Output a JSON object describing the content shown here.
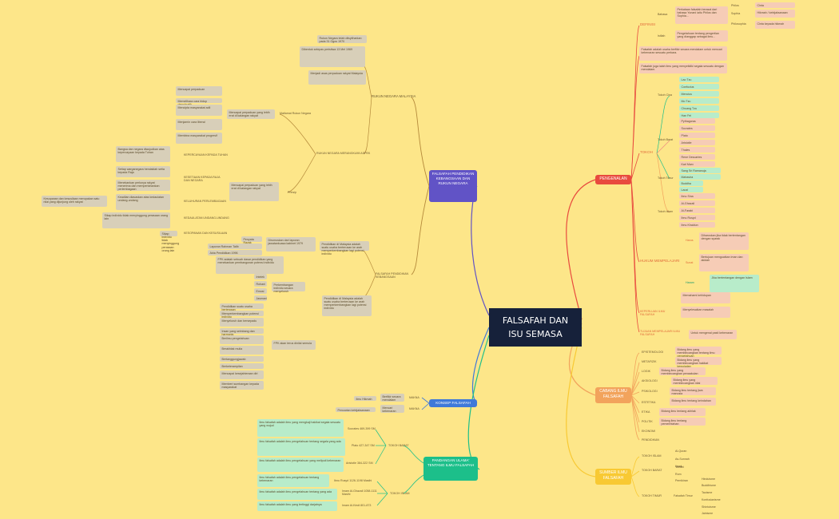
{
  "central": {
    "line1": "FALSAFAH DAN",
    "line2": "ISU SEMASA"
  },
  "colors": {
    "background": "#fde689",
    "central": "#16213a",
    "pengenalan": "#e84a3e",
    "cabang": "#f2a35c",
    "sumber": "#f8c933",
    "falsafah_pendidikan": "#6153c6",
    "konsep": "#3f79d9",
    "pandangan": "#1cbf8a",
    "rukun": "#b58a3b"
  },
  "right": {
    "pengenalan": {
      "title": "PENGENALAN",
      "definisi": {
        "label": "DEFINISI",
        "bahasa": "Bahasa",
        "bahasa_text": "Perkataan falsafah berasal dari bahasa Yunani iaitu Philos dan Sophia...",
        "bahasa_items": [
          "Philos",
          "Sophia",
          "Philosophia"
        ],
        "bahasa_defs": [
          "Cinta",
          "Hikmah / kebijaksanaan",
          "Cinta kepada hikmah"
        ],
        "istilah": "Istilah",
        "istilah_text": "Pengetahuan tentang pengertian yang dianggap sebagai ilmu..."
      },
      "para1": "Falsafah adalah usaha berfikir secara mendalam untuk mencari kebenaran sesuatu perkara.",
      "para2": "Falsafah juga ialah ilmu yang menyelidiki segala sesuatu dengan mendalam.",
      "tokoh": {
        "label": "TOKOH",
        "cina_label": "Tokoh Cina",
        "cina": [
          "Lao Tzu",
          "Confucius",
          "Mencius",
          "Mo Tzu",
          "Chuang Tzu",
          "Han Fei"
        ],
        "barat_label": "Tokoh Barat",
        "barat": [
          "Pythagoras",
          "Socrates",
          "Plato",
          "Aristotle",
          "Thales",
          "Rene Descartes",
          "Karl Marx"
        ],
        "timur_label": "Tokoh Timur",
        "timur": [
          "Sang Sri Ramanuja",
          "Mahavira",
          "Buddha",
          "Laozi"
        ],
        "islam_label": "Tokoh Islam",
        "islam": [
          "Ibnu Sina",
          "Al-Ghazali",
          "Al-Farabi",
          "Ibnu Rusyd",
          "Ibnu Khaldun"
        ]
      },
      "hukum": {
        "label": "HUKUM MEMPELAJARI",
        "harus": "Harus",
        "harus_text": "Diharuskan jika tidak bertentangan dengan syarak",
        "sunat": "Sunat",
        "sunat_text": "Bertujuan menguatkan iman dan akidah",
        "haram": "Haram",
        "haram_text": "Jika bertentangan dengan Islam"
      },
      "keperluan": {
        "label": "KEPERLUAN ILMU FALSAFAH",
        "items": [
          "Memahami kehidupan",
          "Menyelesaikan masalah"
        ]
      },
      "tujuan": {
        "label": "TUJUAN MEMPELAJARI ILMU FALSAFAH",
        "text": "Untuk mengenal pasti kebenaran"
      }
    },
    "cabang": {
      "title": "CABANG ILMU FALSAFAH",
      "items": [
        "EPISTEMOLOGI",
        "METAFIZIK",
        "LOGIK",
        "AKSIOLOGI",
        "PSIKOLOGI",
        "ESTETIKA",
        "ETIKA",
        "POLITIK",
        "EKONOMI",
        "PENDIDIKAN"
      ],
      "desc": [
        "Bidang ilmu yang membincangkan tentang ilmu pengetahuan",
        "Bidang ilmu yang membincangkan hakikat kewujudan",
        "Bidang ilmu yang membincangkan penaakulan",
        "Bidang ilmu yang membincangkan nilai",
        "Bidang ilmu tentang jiwa manusia",
        "Bidang ilmu tentang keindahan",
        "Bidang ilmu tentang akhlak",
        "Bidang ilmu tentang pemerintahan"
      ]
    },
    "sumber": {
      "title": "SUMBER ILMU FALSAFAH",
      "islam": "TOKOH ISLAM",
      "islam_items": [
        "Al-Quran",
        "As-Sunnah",
        "Ijmak"
      ],
      "barat": "TOKOH BARAT",
      "barat_items": [
        "Yunani",
        "Rom",
        "Pemikiran"
      ],
      "timur": "TOKOH TIMUR",
      "timur_label": "Falsafah Timur",
      "timur_items": [
        "Hinduisme",
        "Buddhisme",
        "Taoisme",
        "Konfusianisme",
        "Shintoisme",
        "Jainisme"
      ]
    }
  },
  "left": {
    "falsafah_pendidikan": {
      "title": "FALSAFAH PENDIDIKAN KEBANGSAAN DAN RUKUN NEGARA"
    },
    "rukun": {
      "title": "RUKUN NEGARA MALAYSIA",
      "notes": [
        "Rukun Negara telah diisytiharkan pada 31 Ogos 1970",
        "Dibentuk selepas peristiwa 13 Mei 1969",
        "Menjadi asas perpaduan rakyat Malaysia"
      ],
      "prinsip_title": "RUKUN NEGARA MERANGKUMI ASPEK",
      "matlamat_label": "Matlamat Rukun Negara",
      "matlamat_desc": "Mencapai perpaduan yang lebih erat di kalangan rakyat",
      "matlamat": [
        "Mencapai perpaduan",
        "Memelihara cara hidup demokratik",
        "Mencipta masyarakat adil",
        "Menjamin cara liberal",
        "Membina masyarakat progresif"
      ],
      "prinsip_label": "Prinsip",
      "prinsip": [
        "KEPERCAYAAN KEPADA TUHAN",
        "KESETIAAN KEPADA RAJA DAN NEGARA",
        "KELUHURAN PERLEMBAGAAN",
        "KEDAULATAN UNDANG-UNDANG",
        "KESOPANAN DAN KESUSILAAN"
      ],
      "prinsip_desc": [
        "Bangsa dan negara diwujudkan atas kepercayaan kepada Tuhan",
        "Setiap warganegara hendaklah setia kepada Raja",
        "Menekankan perlunya rakyat menerima dan mempertahankan perlembagaan",
        "Keadilan diasaskan atas kedaulatan undang-undang",
        "Sikap individu tidak menyinggung perasaan orang lain"
      ],
      "kiri_note": "Kesopanan dan kesusilaan merupakan satu nilai yang dijunjung oleh rakyat"
    },
    "fpk": {
      "title": "FALSAFAH PENDIDIKAN KEBANGSAAN",
      "intro": "Pendidikan di Malaysia adalah suatu usaha berterusan ke arah memperkembangkan lagi potensi individu",
      "akta_note": "Dirumuskan dari laporan jawatankuasa kabinet 1979",
      "akta": [
        "Penyata Razak",
        "Laporan Rahman Talib",
        "Akta Pendidikan 1996"
      ],
      "items": [
        "Intelek",
        "Rohani",
        "Emosi",
        "Jasmani"
      ],
      "items_note": "Perkembangan individu secara menyeluruh",
      "long": "FPK adalah sebuah dasar pendidikan yang menekankan pembangunan potensi individu",
      "ciri": [
        "Pendidikan suatu usaha berterusan",
        "Memperkembangkan potensi individu",
        "Menyeluruh dan bersepadu",
        "Insan yang seimbang dan harmonis",
        "Berilmu pengetahuan",
        "Berakhlak mulia",
        "Bertanggungjawab",
        "Berketerampilan",
        "Mencapai kesejahteraan diri",
        "Memberi sumbangan kepada masyarakat"
      ],
      "ciri_note": "FPK akan terus dinilai semula"
    },
    "konsep": {
      "title": "KONSEP FALSAFAH",
      "items": [
        {
          "label": "MAKNA",
          "sub": "Berfikir secara mendalam",
          "left": "Ilmu Hikmah"
        },
        {
          "label": "MAKNA",
          "sub": "Mencari kebenaran",
          "left": "Pencarian kebijaksanaan"
        }
      ]
    },
    "pandangan": {
      "title": "PANDANGAN ULAMA' TENTANG ILMU FALSAFAH",
      "barat_label": "TOKOH BARAT",
      "barat": [
        {
          "name": "Socrates 469-399 SM",
          "text": "Ilmu falsafah adalah ilmu yang mengkaji hakikat segala sesuatu yang wujud"
        },
        {
          "name": "Plato 427-347 SM",
          "text": "Ilmu falsafah adalah ilmu pengetahuan tentang segala yang ada"
        },
        {
          "name": "Aristotle 384-322 SM",
          "text": "Ilmu falsafah adalah ilmu pengetahuan yang meliputi kebenaran"
        }
      ],
      "islam_label": "TOKOH ISLAM",
      "islam": [
        {
          "name": "Ibnu Rusyd 1126-1198 Masihi",
          "text": "Ilmu falsafah adalah ilmu pengetahuan tentang kebenaran"
        },
        {
          "name": "Imam Al-Ghazali 1058-1111 Masihi",
          "text": "Ilmu falsafah adalah ilmu pengetahuan tentang yang ada"
        },
        {
          "name": "Imam Al-Kindi 801-873",
          "text": "Ilmu falsafah adalah ilmu yang tertinggi darjatnya"
        }
      ]
    }
  }
}
